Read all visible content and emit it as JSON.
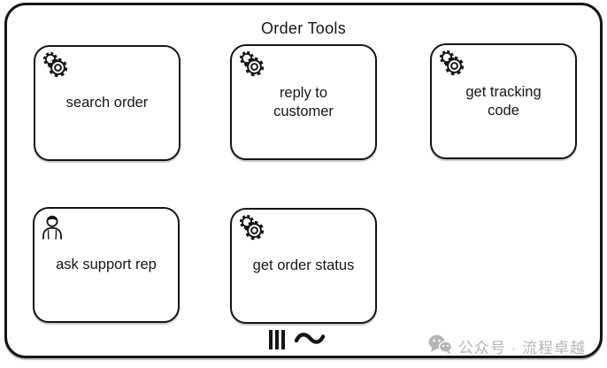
{
  "diagram": {
    "title": "Order Tools",
    "tools": [
      {
        "label": "search order",
        "icon": "service-gears-icon"
      },
      {
        "label": "reply to customer",
        "icon": "service-gears-icon"
      },
      {
        "label": "get tracking code",
        "icon": "service-gears-icon"
      },
      {
        "label": "ask support rep",
        "icon": "user-person-icon"
      },
      {
        "label": "get order status",
        "icon": "service-gears-icon"
      }
    ],
    "markers": [
      {
        "name": "parallel-multi-instance-marker",
        "glyph": "|||"
      },
      {
        "name": "ad-hoc-marker",
        "glyph": "~"
      }
    ],
    "colors": {
      "border": "#151515",
      "background": "#ffffff"
    }
  },
  "watermark": {
    "icon": "wechat-icon",
    "text": "公众号 · 流程卓越",
    "color": "#b5b5b5"
  }
}
